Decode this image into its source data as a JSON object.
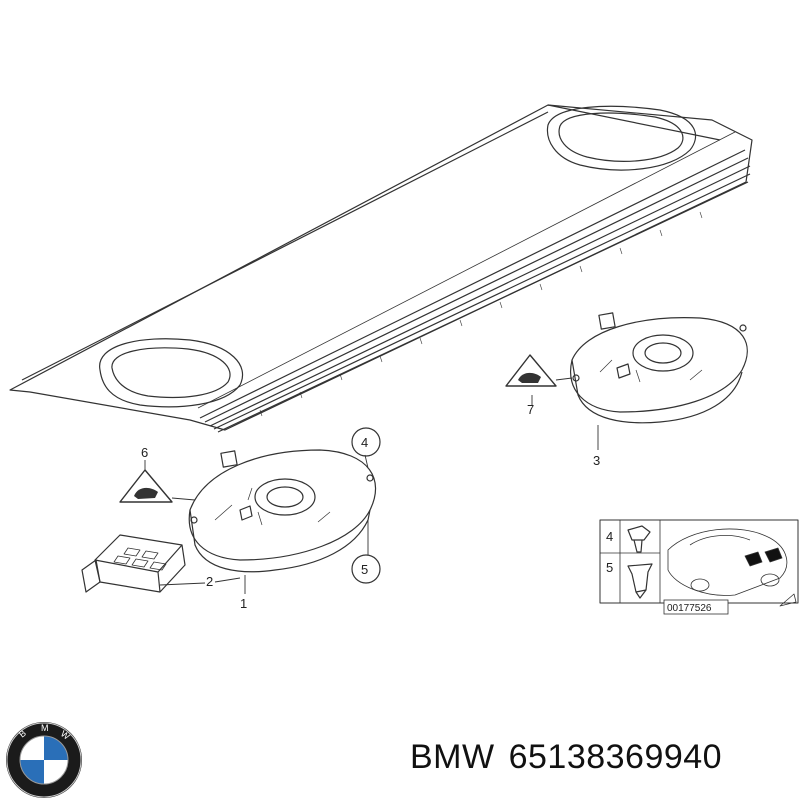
{
  "diagram": {
    "callouts": {
      "c1": "1",
      "c2": "2",
      "c3": "3",
      "c4": "4",
      "c5": "5",
      "c6": "6",
      "c7": "7"
    },
    "inset": {
      "row4": "4",
      "row5": "5",
      "code": "00177526"
    }
  },
  "caption": {
    "brand": "BMW",
    "part_number": "65138369940"
  },
  "logo": {
    "letters": "BMW",
    "colors": {
      "ring": "#1b1b1b",
      "blue": "#2a6fb8",
      "white": "#ffffff"
    }
  }
}
